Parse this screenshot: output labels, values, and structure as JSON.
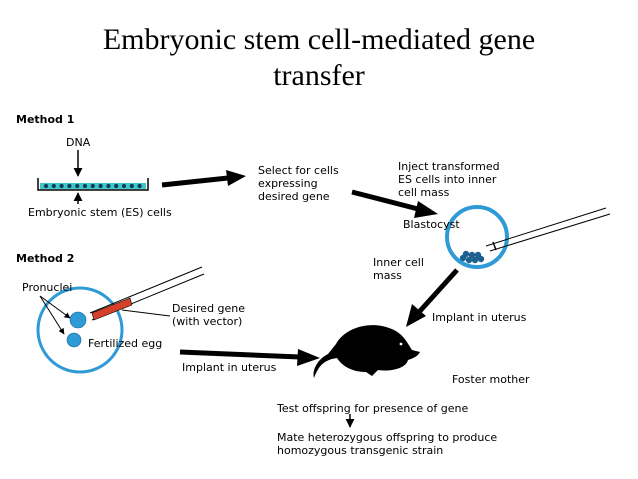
{
  "title": "Embryonic stem cell-mediated gene\ntransfer",
  "method1": {
    "heading": "Method 1",
    "dna": "DNA",
    "es_cells": "Embryonic stem (ES) cells",
    "select": "Select for cells\nexpressing\ndesired gene",
    "inject": "Inject transformed\nES cells into inner\ncell mass",
    "blastocyst": "Blastocyst",
    "inner_cell_mass": "Inner cell\nmass"
  },
  "method2": {
    "heading": "Method 2",
    "pronuclei": "Pronuclei",
    "desired_gene": "Desired gene\n(with vector)",
    "fertilized_egg": "Fertilized egg",
    "implant": "Implant in uterus"
  },
  "common": {
    "implant_right": "Implant in uterus",
    "foster_mother": "Foster mother",
    "test_offspring": "Test offspring for presence of gene",
    "mate": "Mate heterozygous offspring to produce\nhomozygous transgenic strain"
  },
  "colors": {
    "cell_fill": "#2e9ad6",
    "ring": "#2e9ad6",
    "dish_fill": "#3fc7c7",
    "pipette_tip": "#d6402a",
    "arrow": "#000000"
  }
}
